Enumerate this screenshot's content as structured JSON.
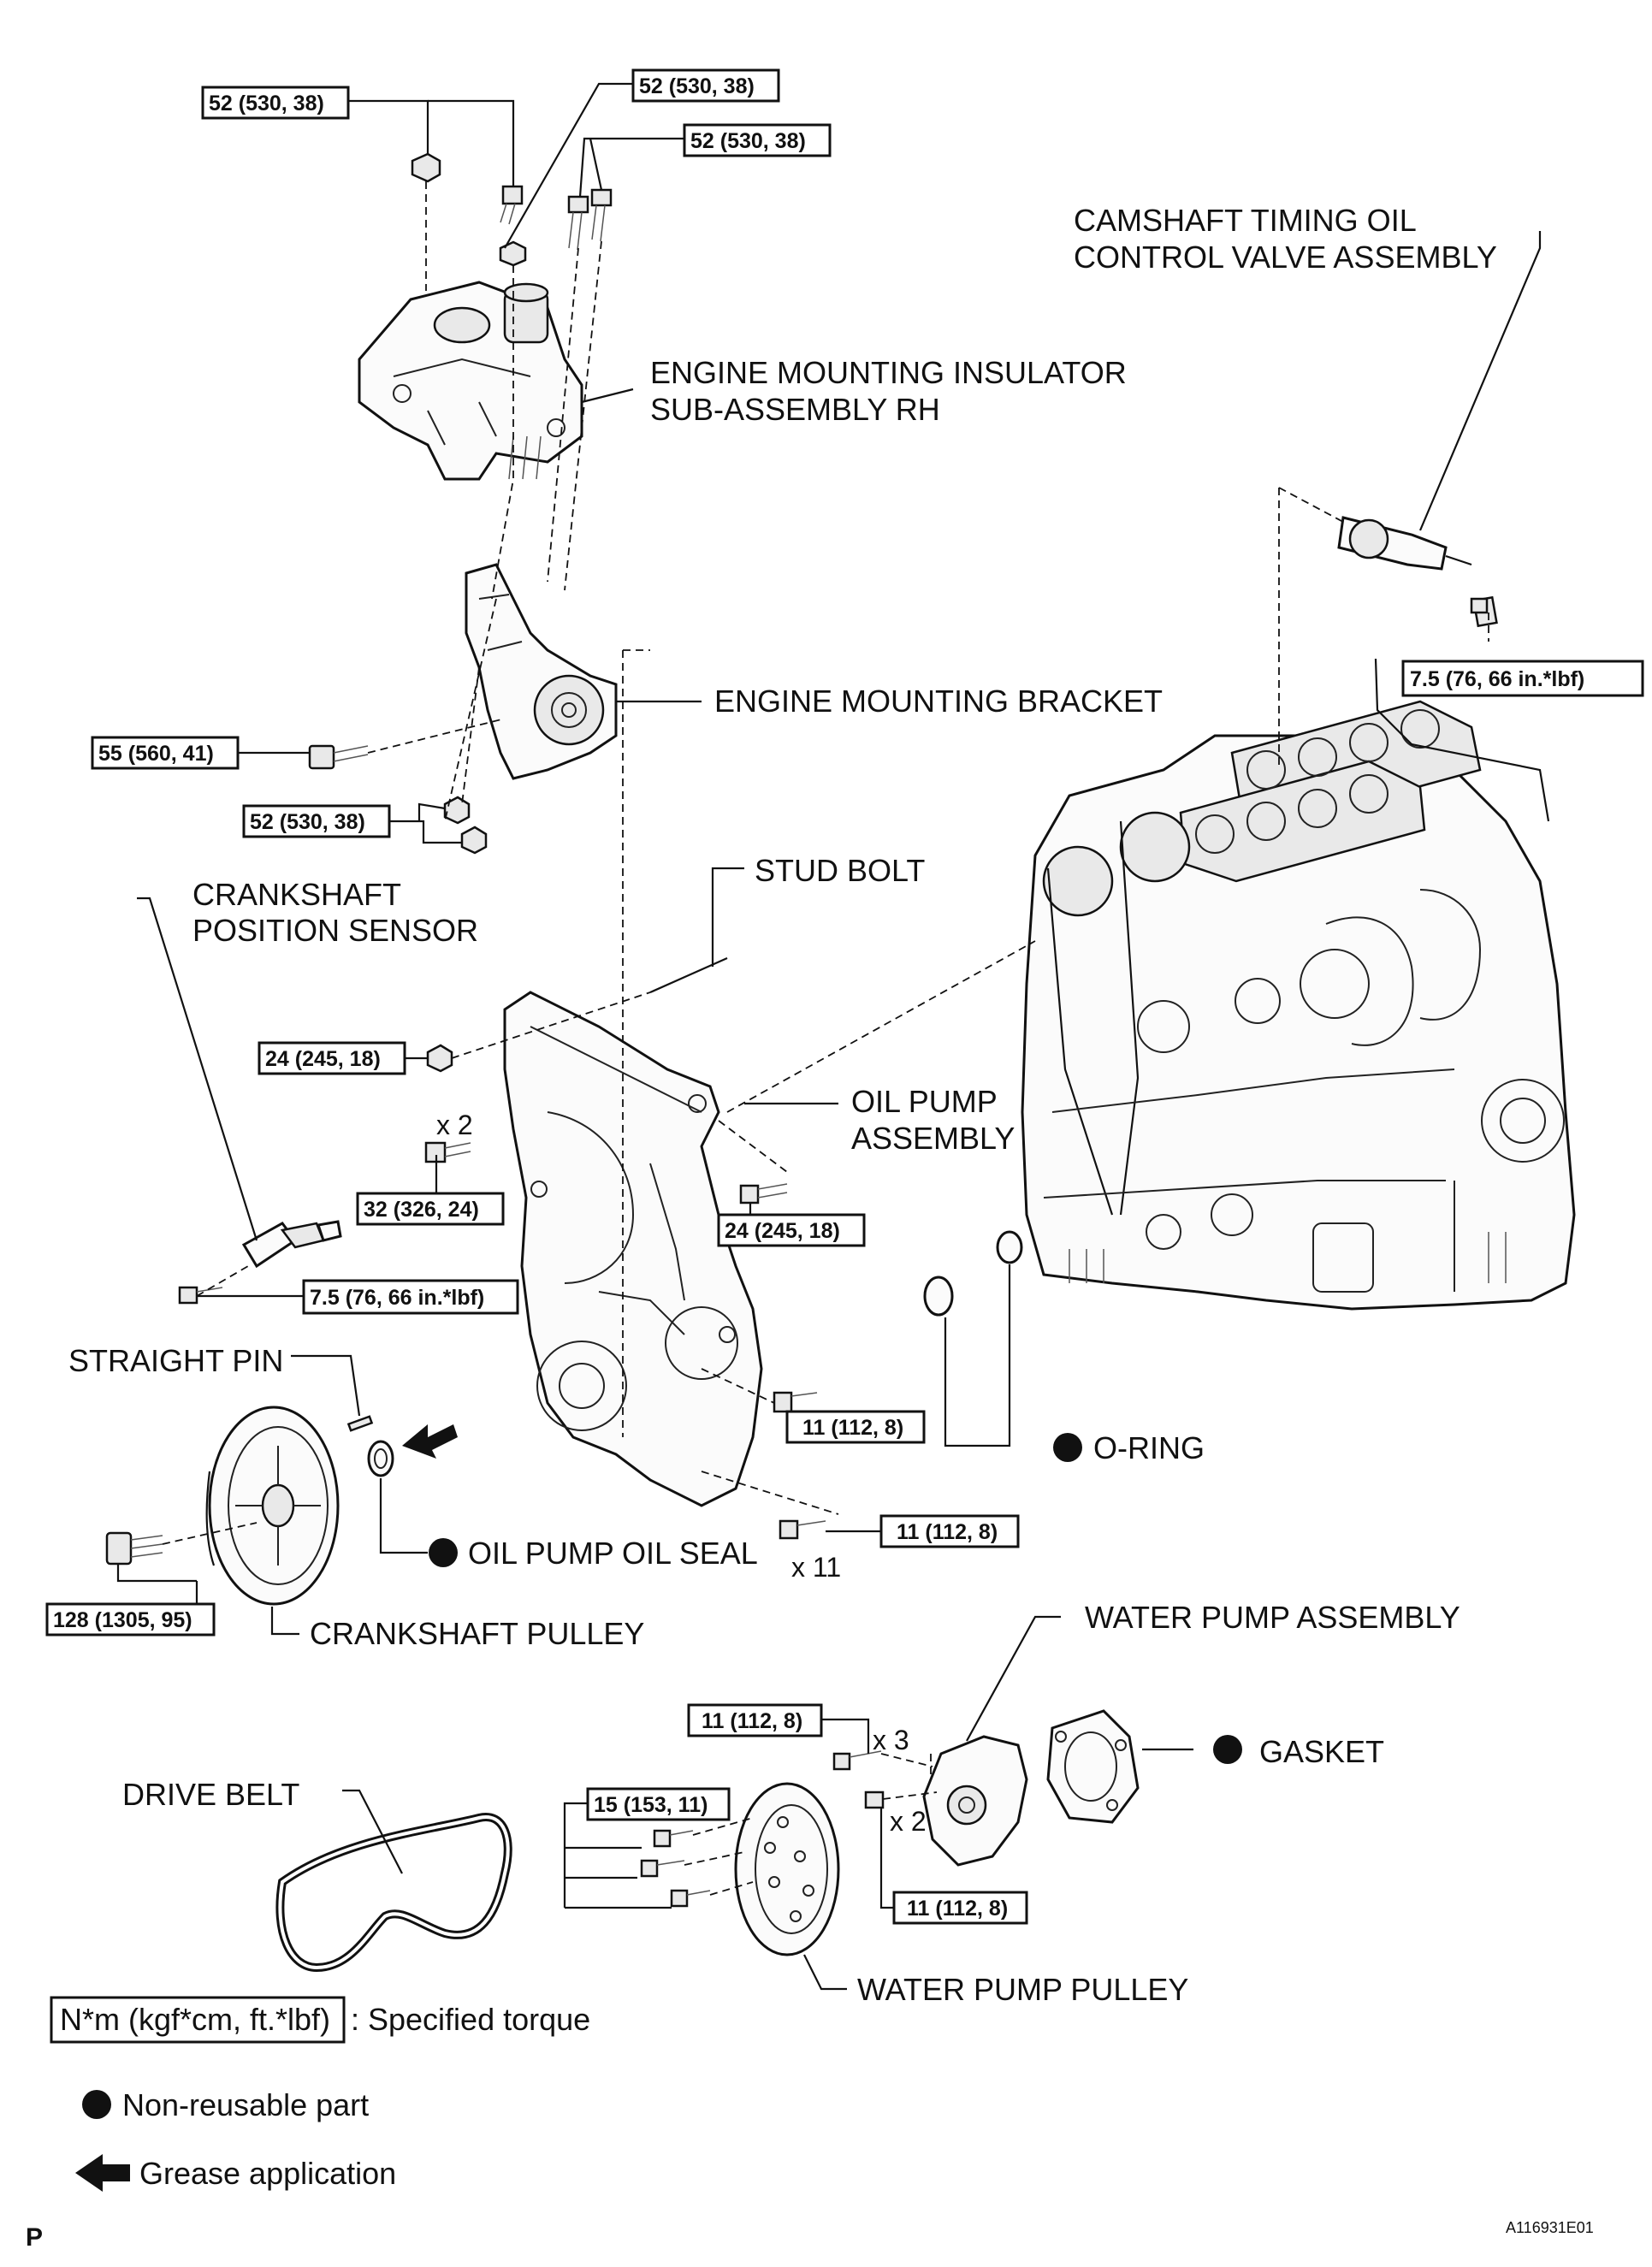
{
  "labels": {
    "camshaft_valve": [
      "CAMSHAFT TIMING OIL",
      "CONTROL VALVE ASSEMBLY"
    ],
    "insulator": [
      "ENGINE MOUNTING INSULATOR",
      "SUB-ASSEMBLY RH"
    ],
    "bracket": "ENGINE MOUNTING BRACKET",
    "crank_sensor": [
      "CRANKSHAFT",
      "POSITION SENSOR"
    ],
    "stud_bolt": "STUD BOLT",
    "oil_pump": [
      "OIL PUMP",
      "ASSEMBLY"
    ],
    "straight_pin": "STRAIGHT PIN",
    "o_ring": "O-RING",
    "oil_seal": "OIL PUMP OIL SEAL",
    "crank_pulley": "CRANKSHAFT PULLEY",
    "water_pump": "WATER PUMP ASSEMBLY",
    "gasket": "GASKET",
    "drive_belt": "DRIVE BELT",
    "water_pump_pulley": "WATER PUMP PULLEY"
  },
  "torques": {
    "t1": "52 (530, 38)",
    "t2": "52 (530, 38)",
    "t3": "52 (530, 38)",
    "t4": "7.5 (76, 66 in.*lbf)",
    "t5": "55 (560, 41)",
    "t6": "52 (530, 38)",
    "t7": "24 (245, 18)",
    "t8": "32 (326, 24)",
    "t9": "24 (245, 18)",
    "t10": "7.5 (76, 66 in.*lbf)",
    "t11": "11 (112, 8)",
    "t12": "11 (112, 8)",
    "t13": "128 (1305, 95)",
    "t14": "11 (112, 8)",
    "t15": "15 (153, 11)",
    "t16": "11 (112, 8)"
  },
  "quantities": {
    "q_bolt_x2": "x 2",
    "q_x11": "x 11",
    "q_x3": "x 3",
    "q_wp_x2": "x 2"
  },
  "legend": {
    "torque_unit": "N*m (kgf*cm, ft.*lbf)",
    "torque_text": ": Specified torque",
    "non_reusable": "Non-reusable part",
    "grease": "Grease application"
  },
  "footer": {
    "left": "P",
    "figure_id": "A116931E01"
  }
}
